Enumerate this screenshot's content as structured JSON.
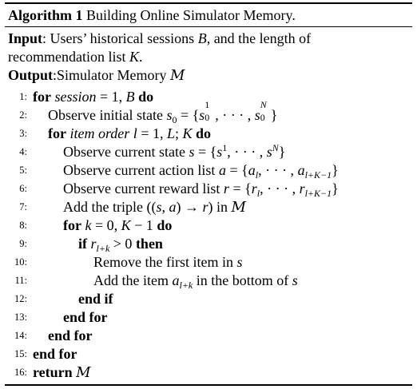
{
  "caption": {
    "label": "Algorithm 1",
    "title": "Building Online Simulator Memory."
  },
  "input": {
    "keyword": "Input",
    "text_part1": ": Users’ historical sessions ",
    "B": "B",
    "text_part2": ", and the length of",
    "text_line2": "recommendation list ",
    "K": "K",
    "period": "."
  },
  "output": {
    "keyword": "Output",
    "text": ":Simulator Memory ",
    "M": "M"
  },
  "lines": [
    {
      "num": "1:",
      "kw": "for",
      "t1": "session",
      "t2": " = 1, ",
      "t3": "B",
      "kw2": "do"
    },
    {
      "num": "2:",
      "t1": "Observe initial state ",
      "s0": "s",
      "zero": "0",
      "eq": " = {",
      "s": "s",
      "one": "1",
      "zero2": "0",
      "dots": ", · · · , ",
      "s2": "s",
      "N": "N",
      "zero3": "0",
      "close": "}"
    },
    {
      "num": "3:",
      "kw": "for",
      "t1": "item order l",
      "t2": " = 1, ",
      "t3": "L",
      "t4": "; ",
      "t5": "K",
      "kw2": "do"
    },
    {
      "num": "4:",
      "t1": "Observe current state ",
      "s": "s",
      "eq": " = {",
      "s1": "s",
      "one": "1",
      "dots": ", · · · , ",
      "s2": "s",
      "N": "N",
      "close": "}"
    },
    {
      "num": "5:",
      "t1": "Observe current action list ",
      "a": "a",
      "eq": " = {",
      "a1": "a",
      "l": "l",
      "dots": ", · · · , ",
      "a2": "a",
      "lk": "l+K−1",
      "close": "}"
    },
    {
      "num": "6:",
      "t1": "Observe current reward list ",
      "r": "r",
      "eq": " = {",
      "r1": "r",
      "l": "l",
      "dots": ", · · · , ",
      "r2": "r",
      "lk": "l+K−1",
      "close": "}"
    },
    {
      "num": "7:",
      "t1": "Add the triple ((",
      "s": "s",
      "comma": ", ",
      "a": "a",
      "arrow": ") → ",
      "r": "r",
      "t2": ") in "
    },
    {
      "num": "8:",
      "kw": "for",
      "t1": " ",
      "k": "k",
      "t2": " = 0, ",
      "K": "K",
      "t3": " − 1 ",
      "kw2": "do"
    },
    {
      "num": "9:",
      "kw": "if",
      "r": "r",
      "sub": "l+k",
      "t1": " > 0 ",
      "kw2": "then"
    },
    {
      "num": "10:",
      "t1": "Remove the first item in ",
      "s": "s"
    },
    {
      "num": "11:",
      "t1": "Add the item ",
      "a": "a",
      "sub": "l+k",
      "t2": " in the bottom of ",
      "s": "s"
    },
    {
      "num": "12:",
      "kw": "end if"
    },
    {
      "num": "13:",
      "kw": "end for"
    },
    {
      "num": "14:",
      "kw": "end for"
    },
    {
      "num": "15:",
      "kw": "end for"
    },
    {
      "num": "16:",
      "kw": "return",
      "t1": " "
    }
  ]
}
